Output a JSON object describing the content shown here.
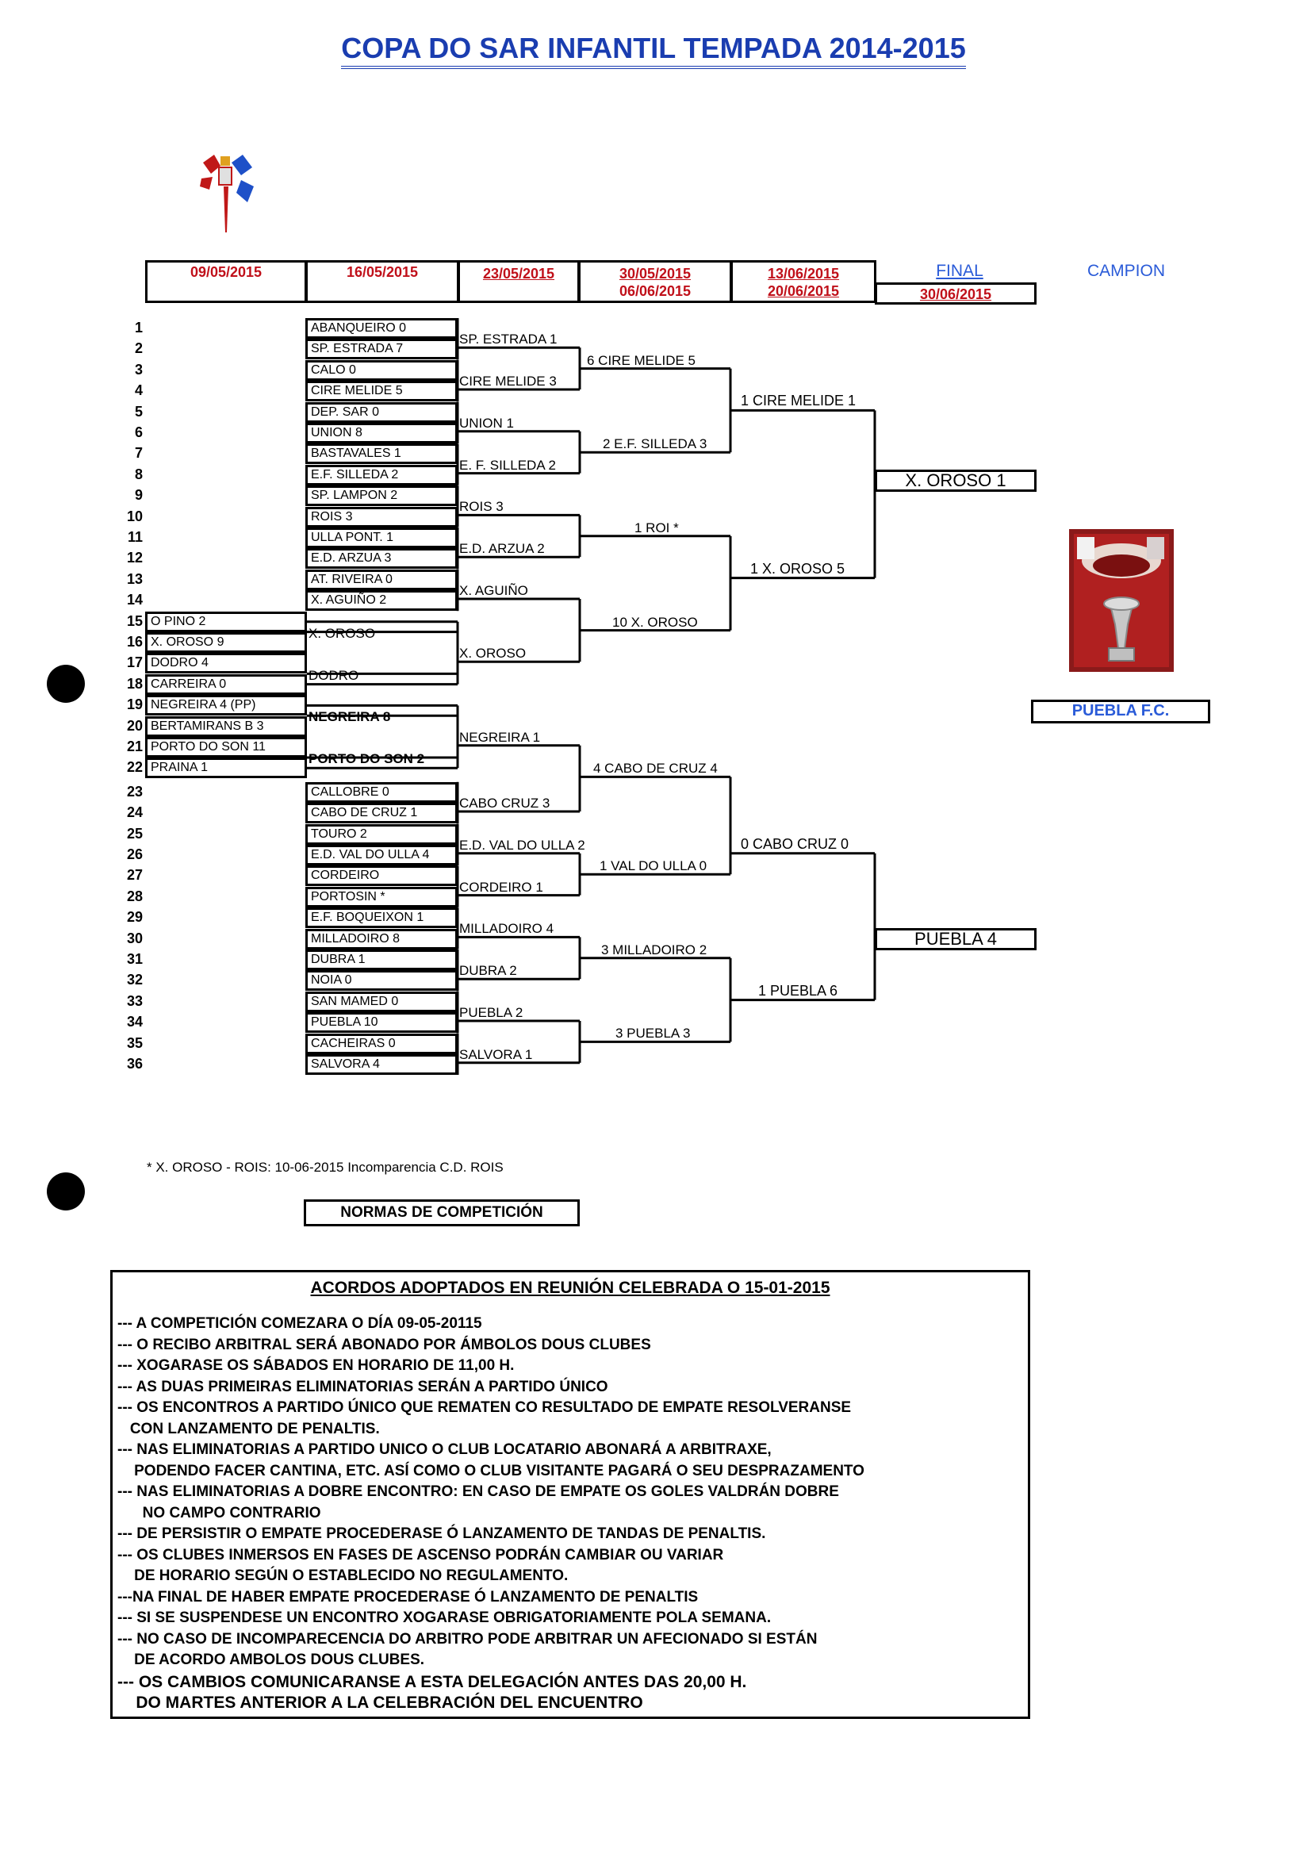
{
  "title": "COPA DO SAR INFANTIL TEMPADA 2014-2015",
  "headers": {
    "r1": "09/05/2015",
    "r2": "16/05/2015",
    "r3": "23/05/2015",
    "r4a": "30/05/2015",
    "r4b": "06/06/2015",
    "r5a": "13/06/2015",
    "r5b": "20/06/2015",
    "final_label": "FINAL",
    "final_date": "30/06/2015",
    "campion": "CAMPION"
  },
  "row_numbers": [
    "1",
    "2",
    "3",
    "4",
    "5",
    "6",
    "7",
    "8",
    "9",
    "10",
    "11",
    "12",
    "13",
    "14",
    "15",
    "16",
    "17",
    "18",
    "19",
    "20",
    "21",
    "22",
    "23",
    "24",
    "25",
    "26",
    "27",
    "28",
    "29",
    "30",
    "31",
    "32",
    "33",
    "34",
    "35",
    "36"
  ],
  "round1": [
    "O PINO 2",
    "X. OROSO 9",
    "DODRO 4",
    "CARREIRA 0",
    "NEGREIRA 4 (PP)",
    "BERTAMIRANS B 3",
    "PORTO DO SON 11",
    "PRAINA 1"
  ],
  "round2_boxes": [
    "ABANQUEIRO 0",
    "SP. ESTRADA 7",
    "CALO 0",
    "CIRE MELIDE 5",
    "DEP. SAR 0",
    "UNION 8",
    "BASTAVALES 1",
    "E.F. SILLEDA 2",
    "SP. LAMPON 2",
    "ROIS 3",
    "ULLA PONT. 1",
    "E.D. ARZUA 3",
    "AT. RIVEIRA 0",
    "X. AGUIÑO 2",
    "CALLOBRE 0",
    "CABO DE CRUZ 1",
    "TOURO 2",
    "E.D. VAL DO ULLA 4",
    "CORDEIRO",
    "PORTOSIN *",
    "E.F. BOQUEIXON 1",
    "MILLADOIRO 8",
    "DUBRA 1",
    "NOIA 0",
    "SAN MAMED 0",
    "PUEBLA 10",
    "CACHEIRAS 0",
    "SALVORA 4"
  ],
  "round2_winners_r1": [
    "X. OROSO",
    "DODRO",
    "NEGREIRA 8",
    "PORTO DO SON 2"
  ],
  "round3": [
    "SP. ESTRADA 1",
    "CIRE MELIDE 3",
    "UNION 1",
    "E. F. SILLEDA 2",
    "ROIS 3",
    "E.D. ARZUA 2",
    "X. AGUIÑO",
    "X. OROSO",
    "NEGREIRA 1",
    "CABO CRUZ 3",
    "E.D. VAL DO ULLA 2",
    "CORDEIRO 1",
    "MILLADOIRO 4",
    "DUBRA 2",
    "PUEBLA 2",
    "SALVORA 1"
  ],
  "round4": [
    "6 CIRE MELIDE 5",
    "2 E.F. SILLEDA 3",
    "1 ROI *",
    "10 X. OROSO",
    "4 CABO DE CRUZ 4",
    "1 VAL DO ULLA 0",
    "3 MILLADOIRO 2",
    "3 PUEBLA 3"
  ],
  "round5": [
    "1 CIRE MELIDE 1",
    "1 X. OROSO 5",
    "0 CABO CRUZ 0",
    "1 PUEBLA 6"
  ],
  "finalists": [
    "X. OROSO 1",
    "PUEBLA 4"
  ],
  "champion": "PUEBLA F.C.",
  "footnote": "* X. OROSO - ROIS: 10-06-2015 Incomparencia C.D. ROIS",
  "normas": "NORMAS DE COMPETICIÓN",
  "acuerdos": {
    "title": "ACORDOS ADOPTADOS EN REUNIÓN CELEBRADA O 15-01-2015",
    "lines": [
      "--- A COMPETICIÓN COMEZARA O DÍA 09-05-20115",
      "--- O RECIBO ARBITRAL SERÁ ABONADO POR ÁMBOLOS DOUS CLUBES",
      "--- XOGARASE OS SÁBADOS EN HORARIO DE 11,00 H.",
      "---  AS DUAS PRIMEIRAS  ELIMINATORIAS SERÁN A PARTIDO ÚNICO",
      "--- OS ENCONTROS A PARTIDO ÚNICO QUE REMATEN CO RESULTADO DE EMPATE RESOLVERANSE",
      "   CON LANZAMENTO DE PENALTIS.",
      "--- NAS ELIMINATORIAS A PARTIDO UNICO O CLUB LOCATARIO ABONARÁ A ARBITRAXE,",
      "    PODENDO FACER CANTINA, ETC.  ASÍ COMO O CLUB VISITANTE PAGARÁ O SEU DESPRAZAMENTO",
      "--- NAS ELIMINATORIAS A DOBRE ENCONTRO: EN CASO DE EMPATE OS GOLES VALDRÁN DOBRE",
      "      NO CAMPO CONTRARIO",
      "---  DE PERSISTIR O EMPATE PROCEDERASE Ó LANZAMENTO DE  TANDAS DE PENALTIS.",
      "--- OS CLUBES INMERSOS EN FASES DE ASCENSO PODRÁN CAMBIAR OU VARIAR",
      "    DE HORARIO SEGÚN O ESTABLECIDO NO REGULAMENTO.",
      "---NA FINAL DE HABER EMPATE PROCEDERASE Ó LANZAMENTO DE PENALTIS",
      "--- SI SE SUSPENDESE UN ENCONTRO XOGARASE OBRIGATORIAMENTE POLA SEMANA.",
      "--- NO CASO DE INCOMPARECENCIA DO ARBITRO PODE ARBITRAR UN AFECIONADO SI ESTÁN",
      "    DE ACORDO AMBOLOS DOUS CLUBES.",
      "--- OS CAMBIOS COMUNICARANSE A ESTA DELEGACIÓN ANTES DAS 20,00 H.",
      "    DO MARTES ANTERIOR A LA CELEBRACIÓN DEL ENCUENTRO"
    ]
  }
}
